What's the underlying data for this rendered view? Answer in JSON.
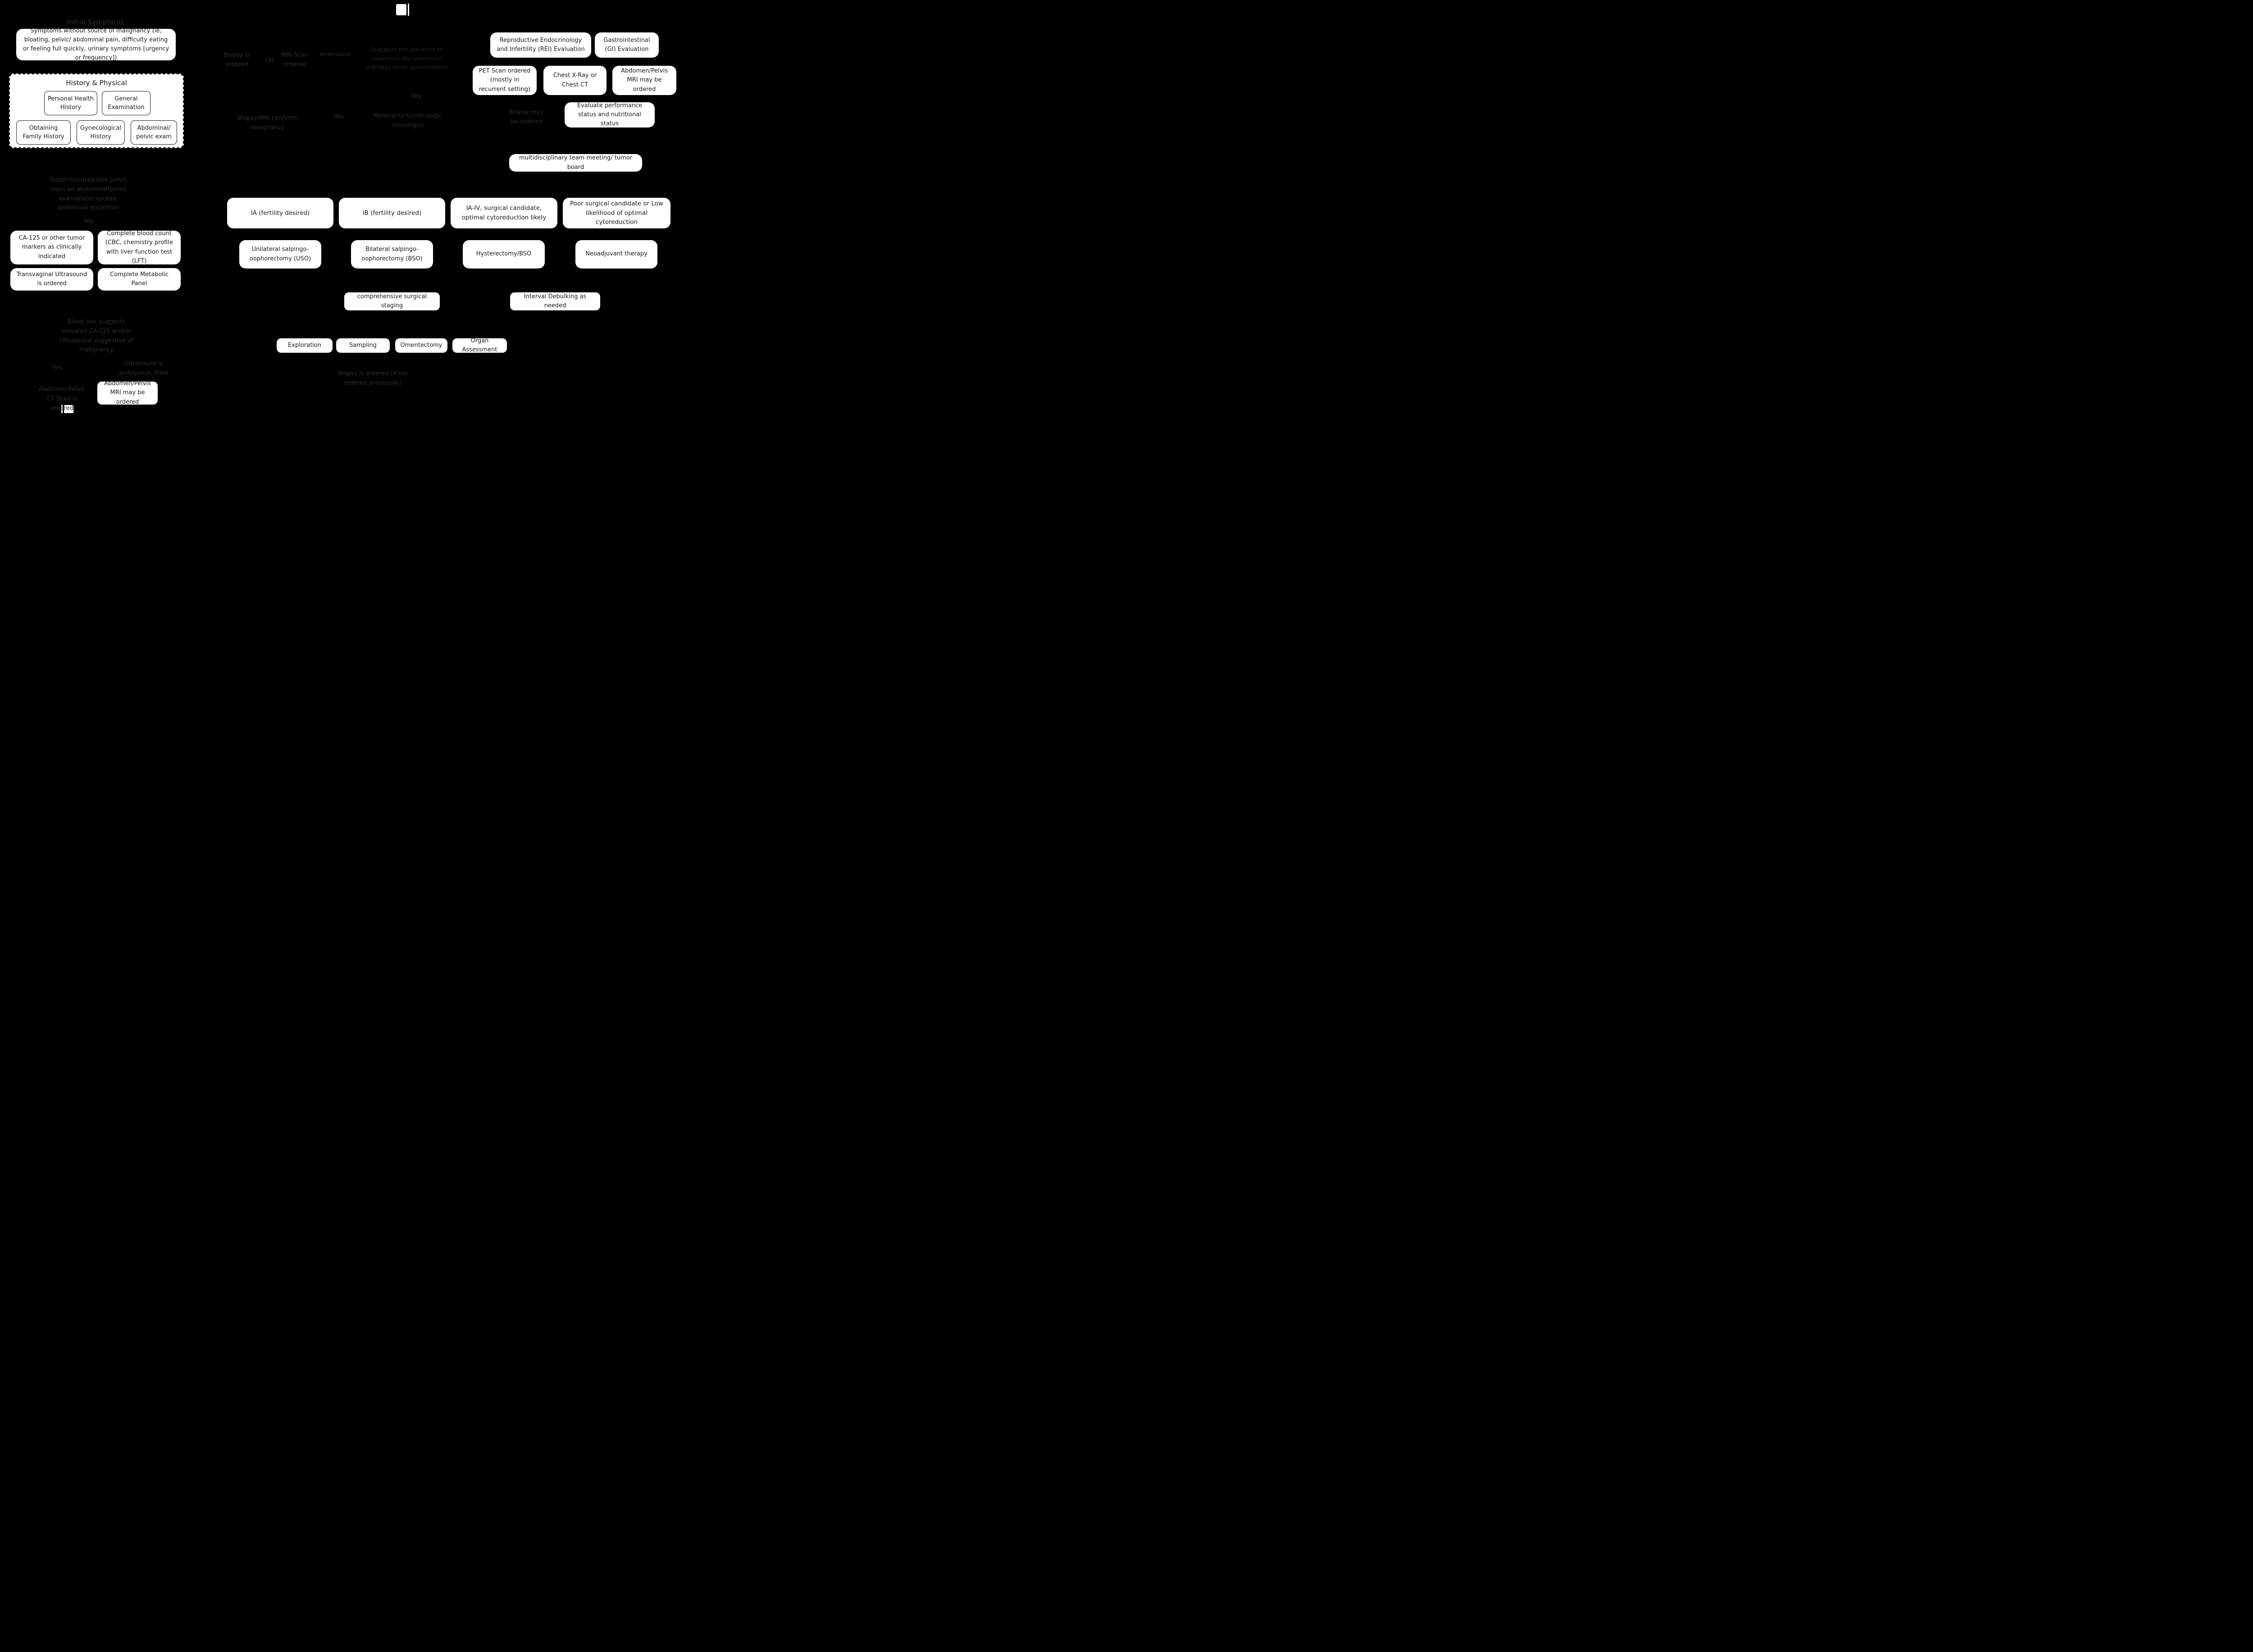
{
  "colors": {
    "background": "#000000",
    "node_bg": "#ffffff",
    "node_text": "#1a1a1a",
    "ghost_text": "#2d2d2d",
    "ghost_text_dim": "#212121"
  },
  "labels": {
    "initial_symptoms": "Initial Symptoms",
    "suspicious_mass": "Suspicious/palpable pelvic mass on abdominal/pelvic examand/or ascites, abdominal distention",
    "yes1": "Yes",
    "yes2": "Yes",
    "yes3": "Yes",
    "yes4": "Yes",
    "blood_test": "Blood test suggests elevated CA-125 and/or Ultrasound suggestive of malignancy",
    "ultrasound_ambiguous": "Ultrasound is ambiguous (Rare event)",
    "ct_ordered": "Abdomen/Pelvis CT Scan is ordered",
    "biopsy_ordered": "Biopsy is ordered",
    "or_label": "OR",
    "mri_ordered": "MRI Scan ordered",
    "inconclusive": "Inconclusive",
    "suggests_masses": "Suggests the presence of masses in the ovaries or indicates other abnormalities",
    "confirms_malignancy": "Biopsy/MRI confirms malignancy",
    "referral": "Referral to Gynecologic Oncologist",
    "biopsy_may_be_ordered": "Biopsy may be ordered",
    "biopsy_if_not_ordered": "Biopsy is ordered (if not ordered previously)"
  },
  "history_physical": {
    "title": "History & Physical",
    "items": [
      "Personal Health History",
      "General Examination",
      "Obtaining Family History",
      "Gynecological History",
      "Abdominal/ pelvic exam"
    ]
  },
  "nodes": {
    "symptoms": "Symptoms without source of malignancy (ie, bloating, pelvic/ abdominal pain, difficulty eating or feeling full quickly, urinary symptoms [urgency or frequency])",
    "ca125": "CA-125 or other tumor markers as clinically indicated",
    "cbc": "Complete blood count (CBC, chemistry profile with liver function test (LFT)",
    "transvaginal": "Transvaginal Ultrasound is ordered",
    "metabolic_panel": "Complete Metabolic Panel",
    "mri_may_be_ordered_left": "Abdomen/Pelvis MRI may be ordered",
    "rei_evaluation": "Reproductive Endocrinology and Infertility (REI) Evaluation",
    "gi_evaluation": "Gastrointestinal (GI) Evaluation",
    "pet_scan": "PET Scan ordered (mostly in recurrent setting)",
    "chest_xray": "Chest X-Ray or Chest CT",
    "abd_mri_right": "Abdomen/Pelvis MRI may be ordered",
    "evaluate_status": "Evaluate performance status and nutritional status",
    "tumor_board": "multidisciplinary team meeting/ tumor board",
    "stage_ia": "IA (fertility desired)",
    "stage_ib": "IB (fertility desired)",
    "stage_ia_iv": "IA-IV, surgical candidate, optimal cytoreduction likely",
    "stage_poor": "Poor surgical candidate or Low likelihood of optimal cytoreduction",
    "uso": "Unilateral salpingo-oophorectomy (USO)",
    "bso": "Bilateral salpingo-oophorectomy (BSO)",
    "hysterectomy": "Hysterectomy/BSO",
    "neoadjuvant": "Neoadjuvant therapy",
    "surgical_staging": "comprehensive surgical staging",
    "interval_debulking": "Interval Debulking as needed",
    "exploration": "Exploration",
    "sampling": "Sampling",
    "omentectomy": "Omentectomy",
    "organ_assessment": "Organ Assessment"
  }
}
